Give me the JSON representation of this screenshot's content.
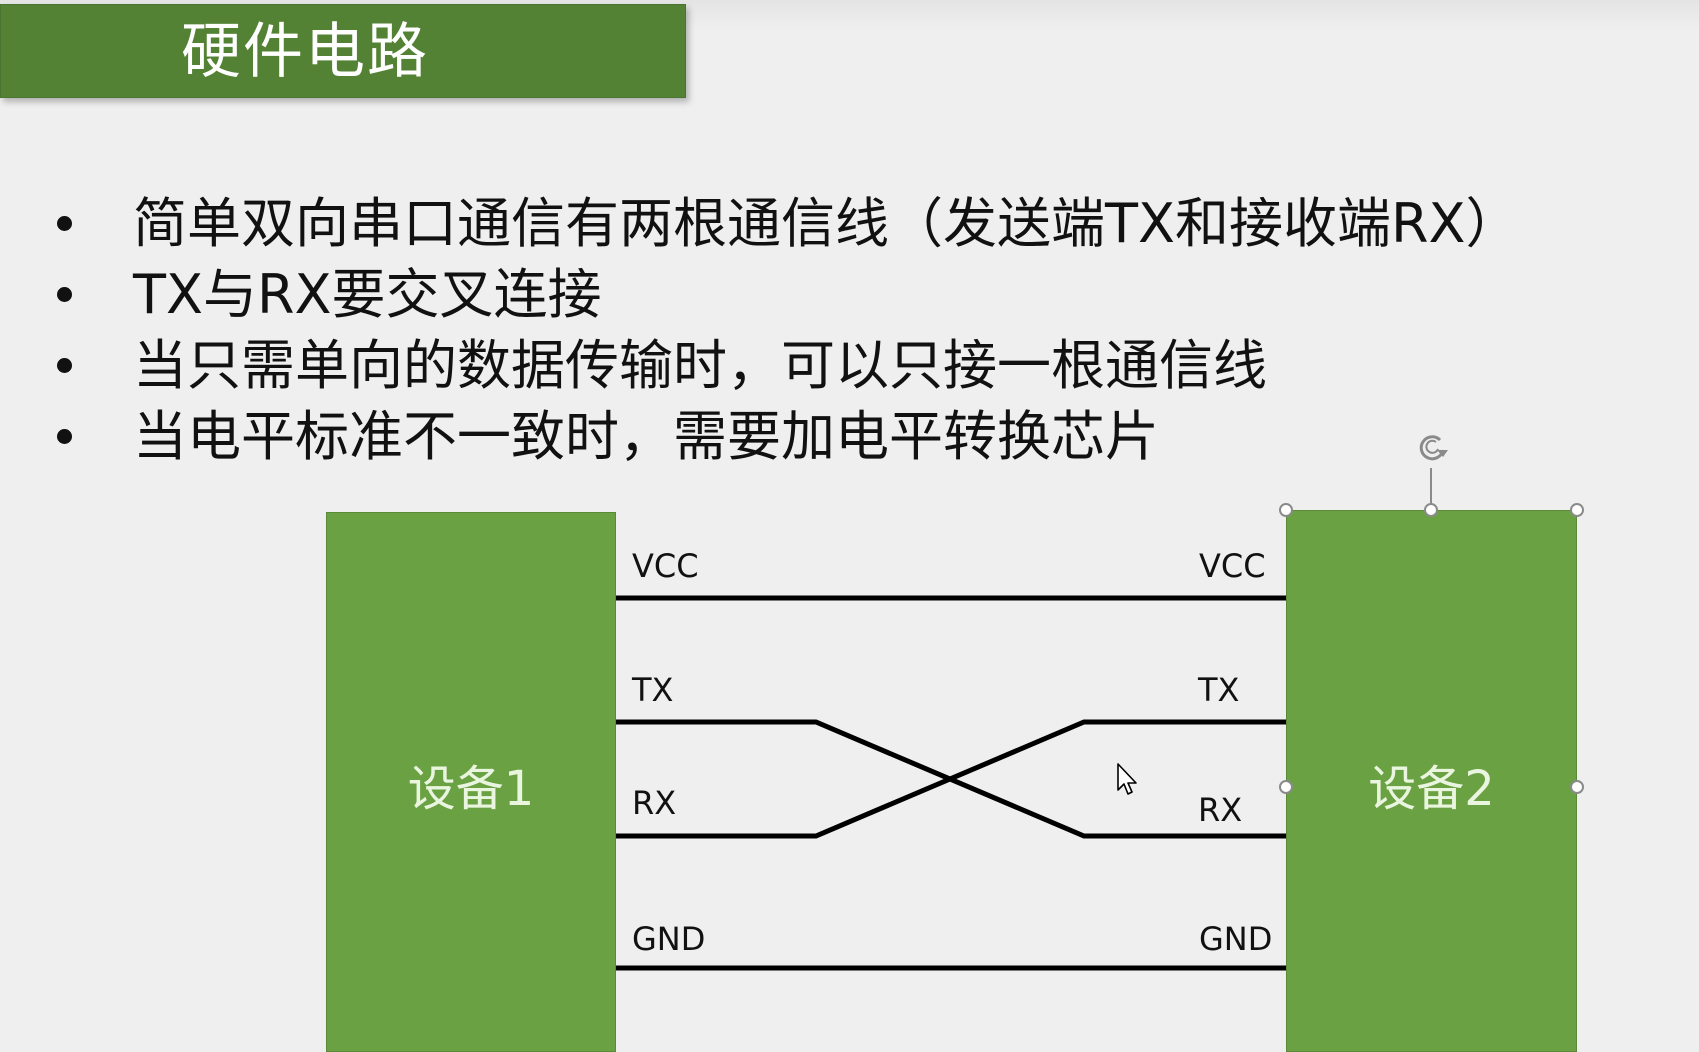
{
  "slide": {
    "title": "硬件电路",
    "colors": {
      "title_bar": "#548235",
      "device_fill": "#6aa142",
      "background": "#efefef",
      "wire": "#000000"
    }
  },
  "bullets": [
    {
      "text": "简单双向串口通信有两根通信线（发送端TX和接收端RX）"
    },
    {
      "text": "TX与RX要交叉连接"
    },
    {
      "text": "当只需单向的数据传输时，可以只接一根通信线"
    },
    {
      "text": "当电平标准不一致时，需要加电平转换芯片"
    }
  ],
  "diagram": {
    "device1": {
      "label": "设备1"
    },
    "device2": {
      "label": "设备2",
      "selected": true
    },
    "left_pins": [
      {
        "label": "VCC"
      },
      {
        "label": "TX"
      },
      {
        "label": "RX"
      },
      {
        "label": "GND"
      }
    ],
    "right_pins": [
      {
        "label": "VCC"
      },
      {
        "label": "TX"
      },
      {
        "label": "RX"
      },
      {
        "label": "GND"
      }
    ],
    "connections": [
      {
        "from": "VCC",
        "to": "VCC",
        "type": "straight"
      },
      {
        "from": "TX",
        "to": "RX",
        "type": "crossed"
      },
      {
        "from": "RX",
        "to": "TX",
        "type": "crossed"
      },
      {
        "from": "GND",
        "to": "GND",
        "type": "straight"
      }
    ]
  },
  "icons": {
    "rotate_handle": "rotate-icon",
    "mouse_cursor": "cursor-icon"
  }
}
